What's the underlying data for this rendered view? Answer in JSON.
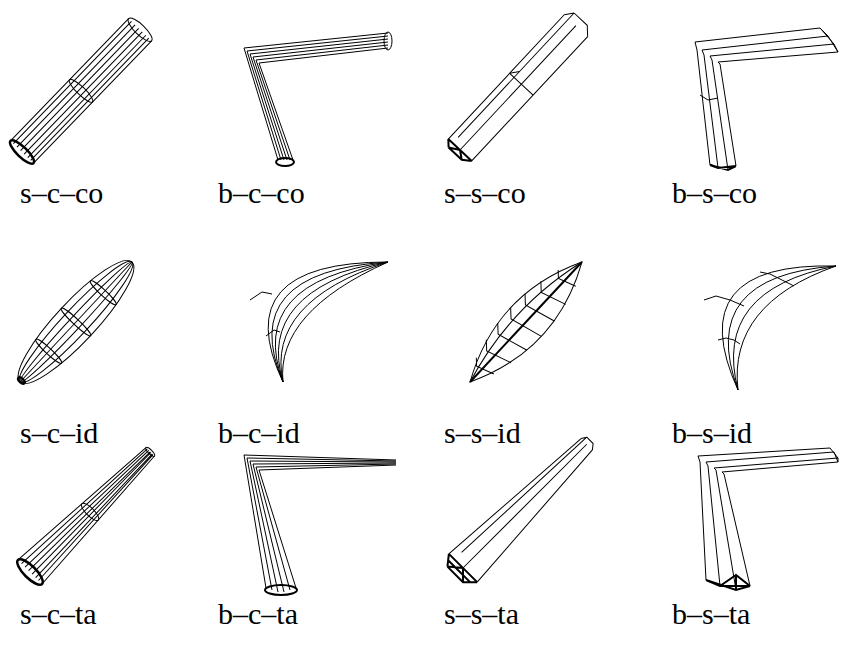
{
  "diagram": {
    "labels": [
      "s–c–co",
      "b–c–co",
      "s–s–co",
      "b–s–co",
      "s–c–id",
      "b–c–id",
      "s–s–id",
      "b–s–id",
      "s–c–ta",
      "b–c–ta",
      "s–s–ta",
      "b–s–ta"
    ]
  }
}
